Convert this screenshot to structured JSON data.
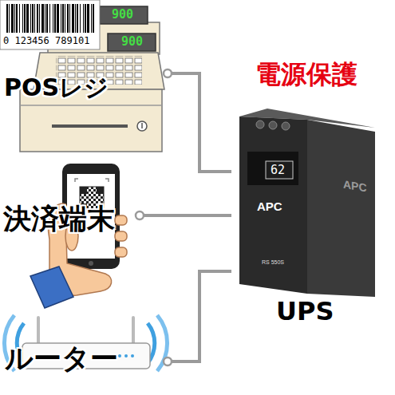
{
  "diagram": {
    "title": "電源保護",
    "nodes": [
      {
        "text": [
          "POSレジ"
        ]
      },
      {
        "text": [
          "決済端末"
        ]
      },
      {
        "text": [
          "ルーター"
        ]
      },
      {
        "text": [
          "UPS"
        ]
      }
    ],
    "edges": [
      {
        "from": 0,
        "to": 3,
        "arrow": "none"
      },
      {
        "from": 1,
        "to": 3,
        "arrow": "none"
      },
      {
        "from": 2,
        "to": 3,
        "arrow": "none"
      }
    ],
    "labels": [
      "0 123456 789101",
      "900",
      "900",
      "62",
      "APC",
      "APC",
      "RS 550S"
    ]
  }
}
